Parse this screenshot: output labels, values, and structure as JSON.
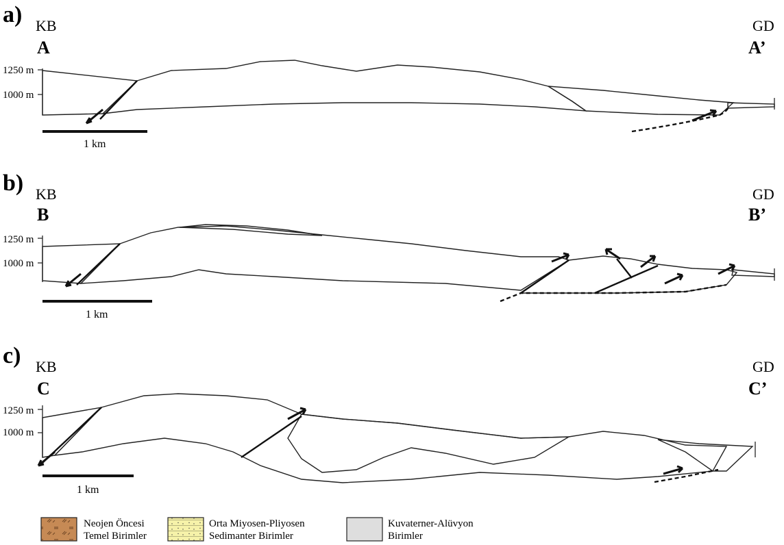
{
  "panels": [
    {
      "letter": "a)",
      "left_dir": "KB",
      "right_dir": "GD",
      "left_point": "A",
      "right_point": "A’",
      "elev_upper": "1250 m",
      "elev_lower": "1000 m",
      "scale_label": "1 km"
    },
    {
      "letter": "b)",
      "left_dir": "KB",
      "right_dir": "GD",
      "left_point": "B",
      "right_point": "B’",
      "elev_upper": "1250 m",
      "elev_lower": "1000 m",
      "scale_label": "1 km"
    },
    {
      "letter": "c)",
      "left_dir": "KB",
      "right_dir": "GD",
      "left_point": "C",
      "right_point": "C’",
      "elev_upper": "1250 m",
      "elev_lower": "1000 m",
      "scale_label": "1 km"
    }
  ],
  "legend": [
    {
      "line1": "Neojen Öncesi",
      "line2": "Temel Birimler",
      "color": "#c68a55",
      "pattern": "basement"
    },
    {
      "line1": "Orta Miyosen-Pliyosen",
      "line2": "Sedimanter Birimler",
      "color": "#f6f2a9",
      "pattern": "sediment"
    },
    {
      "line1": "Kuvaterner-Alüvyon",
      "line2": "Birimler",
      "color": "#dedede",
      "pattern": "alluvium"
    }
  ],
  "colors": {
    "basement": "#c68a55",
    "sediment": "#f6f2a9",
    "alluvium": "#dedede",
    "line": "#222222"
  }
}
